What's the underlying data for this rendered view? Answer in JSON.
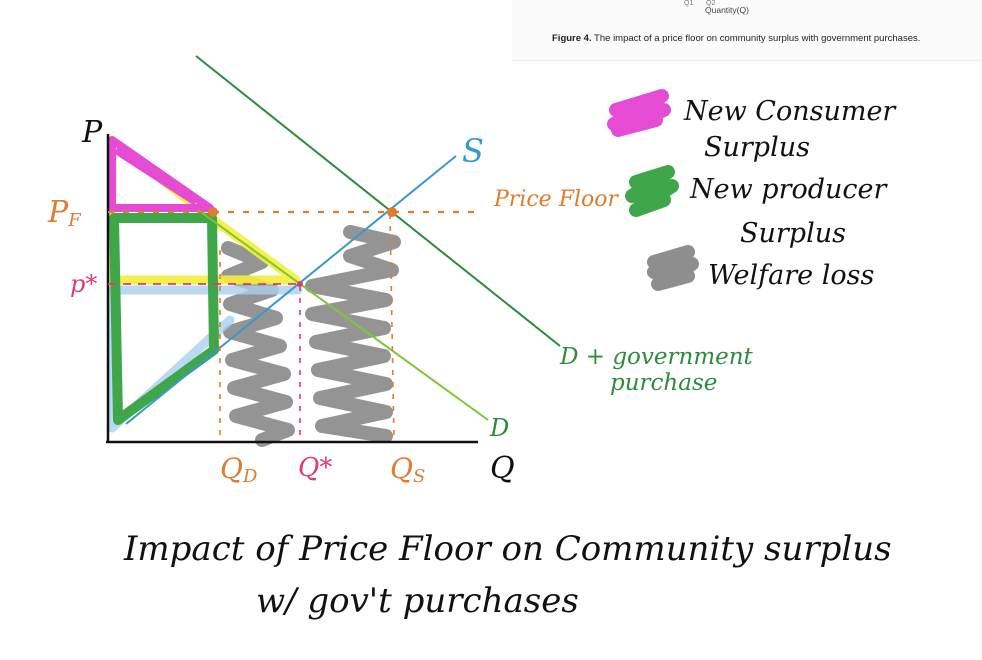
{
  "source_figure": {
    "tick_q1": "Q1",
    "tick_q2": "Q2",
    "axis_label": "Quantity(Q)",
    "caption_prefix": "Figure 4.",
    "caption_text": " The impact of a price floor on community surplus with government purchases."
  },
  "axes": {
    "y_label": "P",
    "x_label": "Q",
    "price_floor_label": "P",
    "price_floor_sub": "F",
    "eq_price_label": "p*",
    "qd_label": "Q",
    "qd_sub": "D",
    "qeq_label": "Q*",
    "qs_label": "Q",
    "qs_sub": "S"
  },
  "curves": {
    "supply_label": "S",
    "demand_label": "D",
    "demand_gov_line1": "D + government",
    "demand_gov_line2": "purchase",
    "price_floor_text": "Price Floor"
  },
  "legend": {
    "consumer_line1": "New Consumer",
    "consumer_line2": "Surplus",
    "producer_line1": "New producer",
    "producer_line2": "Surplus",
    "welfare": "Welfare loss"
  },
  "title": {
    "line1": "Impact of Price Floor on Community surplus",
    "line2": "w/ gov't purchases"
  },
  "colors": {
    "consumer": "#e64bd6",
    "producer": "#3fa64a",
    "welfare": "#8e8e8e",
    "supply": "#3a98cc",
    "demand": "#7ec63a",
    "demand_gov": "#2e8b3e",
    "price_floor": "#e07b30",
    "equilibrium": "#e03a6e"
  }
}
